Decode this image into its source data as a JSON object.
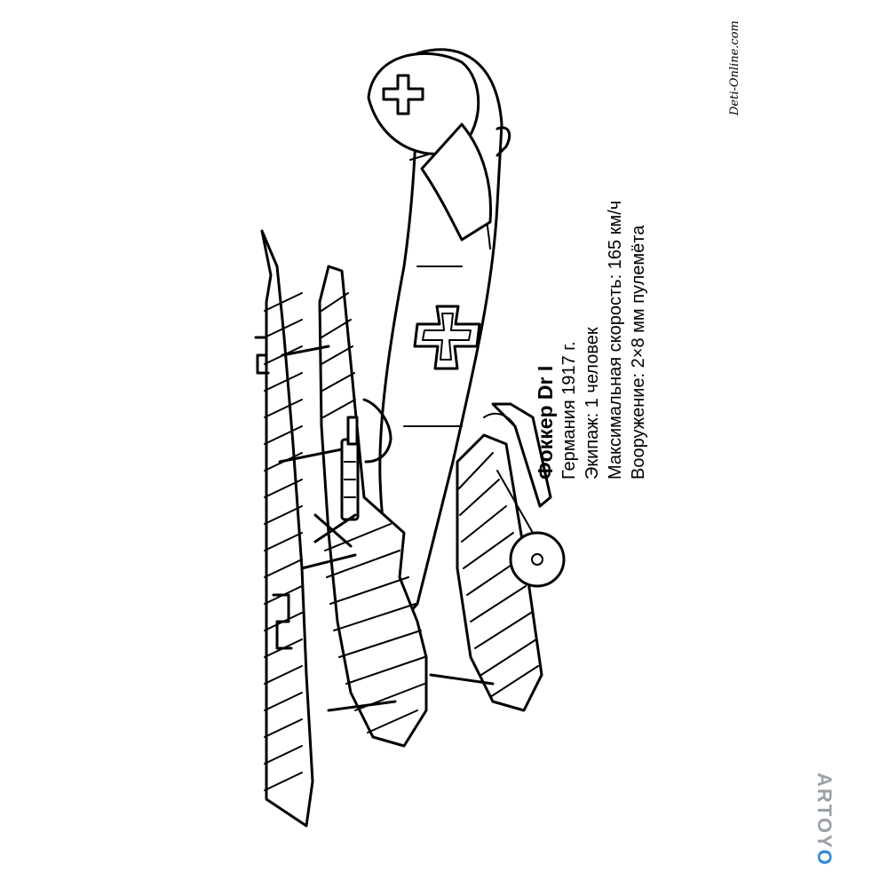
{
  "caption": {
    "title": "Фоккер Dr I",
    "lines": [
      "Германия 1917 г.",
      "Экипаж: 1 человек",
      "Максимальная скорость: 165 км/ч",
      "Вооружение: 2×8 мм пулемёта"
    ]
  },
  "watermarks": {
    "site": "Deti-Online.com",
    "brand": "ARTOY",
    "brand_accent": "O",
    "brand_color": "#9aa0a6",
    "accent_color": "#2e8bd6"
  },
  "illustration": {
    "subject": "aircraft-line-drawing",
    "ink_color": "#000000",
    "background": "#ffffff"
  }
}
